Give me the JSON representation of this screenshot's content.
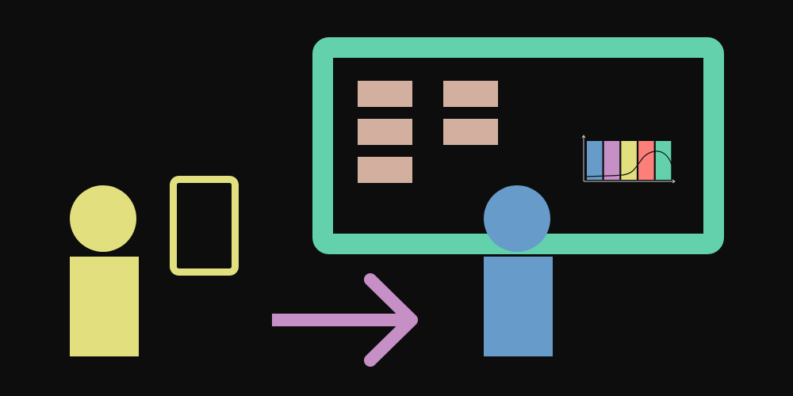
{
  "colors": {
    "background": "#0d0d0d",
    "person_left": "#e2e07e",
    "device": "#e2e07e",
    "arrow": "#c68fc6",
    "person_right": "#679bc9",
    "screen_frame": "#62d1ac",
    "content_blocks": "#d3afa0",
    "chart_bars": [
      "#679bc9",
      "#c68fc6",
      "#e2e07e",
      "#fd7f7a",
      "#62d1ac"
    ],
    "chart_axes": "#cccccc",
    "chart_curve": "#111111"
  },
  "chart_data": {
    "type": "bar",
    "bars": 5,
    "values": [
      1,
      1,
      1,
      1,
      1
    ],
    "curve": "sigmoid-rise-then-fall"
  }
}
